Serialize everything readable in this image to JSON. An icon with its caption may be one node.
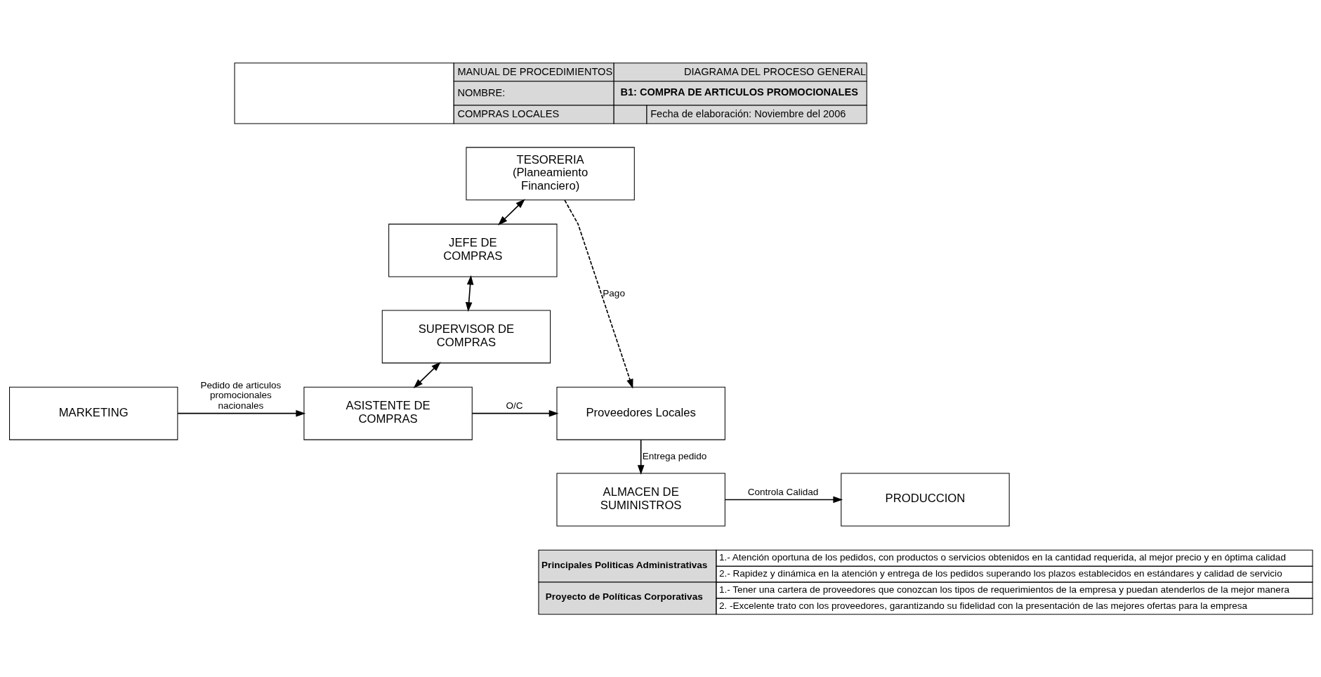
{
  "diagram": {
    "nodes": [
      {
        "text": [
          "TESORERIA (Planeamiento Financiero)"
        ]
      },
      {
        "text": [
          "JEFE DE COMPRAS"
        ]
      },
      {
        "text": [
          "SUPERVISOR DE COMPRAS"
        ]
      },
      {
        "text": [
          "MARKETING"
        ]
      },
      {
        "text": [
          "ASISTENTE DE COMPRAS"
        ]
      },
      {
        "text": [
          "Proveedores Locales"
        ]
      },
      {
        "text": [
          "PRODUCCION"
        ]
      },
      {
        "text": [
          "ALMACEN DE SUMINISTROS"
        ]
      }
    ],
    "edges": [
      {
        "from": 0,
        "to": 1,
        "arrow": "both"
      },
      {
        "from": 1,
        "to": 2,
        "arrow": "both"
      },
      {
        "from": 2,
        "to": 4,
        "arrow": "both"
      },
      {
        "from": 3,
        "to": 4,
        "arrow": "to",
        "label": "Pedido de articulos promocionales nacionales"
      },
      {
        "from": 4,
        "to": 5,
        "arrow": "to",
        "label": "O/C"
      },
      {
        "from": 0,
        "to": 5,
        "arrow": "to",
        "label": "Pago",
        "style": "dashed"
      },
      {
        "from": 5,
        "to": 7,
        "arrow": "to",
        "label": "Entrega pedido"
      },
      {
        "from": 7,
        "to": 6,
        "arrow": "to",
        "label": "Controla Calidad"
      }
    ],
    "labels": [
      "MANUAL DE PROCEDIMIENTOS",
      "DIAGRAMA DEL PROCESO GENERAL",
      "NOMBRE:",
      "B1: COMPRA DE ARTICULOS PROMOCIONALES",
      "COMPRAS LOCALES",
      "Fecha de elaboración: Noviembre del 2006",
      "Principales Politicas Administrativas",
      "1.- Atención oportuna de los pedidos, con productos o servicios obtenidos en la cantidad requerida, al mejor precio y en óptima calidad",
      "2.- Rapidez y dinámica en la atención y entrega de los pedidos superando los plazos establecidos en estándares y calidad de servicio",
      "Proyecto de Políticas Corporativas",
      "1.- Tener una cartera de proveedores que conozcan los tipos de requerimientos de la empresa y puedan atenderlos de la mejor manera",
      "2. -Excelente trato con los proveedores, garantizando su fidelidad con la presentación de las mejores ofertas para la empresa"
    ]
  }
}
